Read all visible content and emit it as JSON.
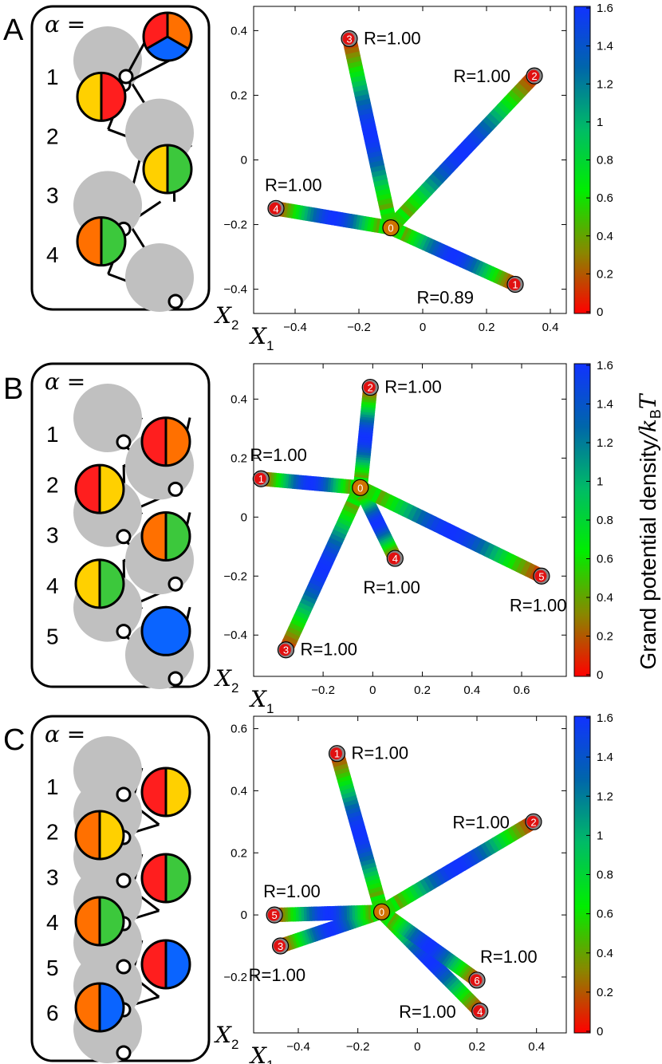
{
  "colors": {
    "red": "#ff1e1e",
    "orange": "#ff7000",
    "yellow": "#ffd000",
    "green": "#3cc83c",
    "blue": "#0a64ff",
    "gray": "#c0c0c0",
    "cmap": [
      "#ff0000",
      "#888800",
      "#00ee00",
      "#00bb66",
      "#0066aa",
      "#1133ff"
    ]
  },
  "colorbar": {
    "label": "Grand potential density",
    "unit": "/k",
    "unit_sub": "B",
    "unit_T": "T",
    "ticks": [
      "0",
      "0.2",
      "0.4",
      "0.6",
      "0.8",
      "1",
      "1.2",
      "1.4",
      "1.6"
    ]
  },
  "axis_labels": {
    "x": "X",
    "x_sub": "1",
    "y": "X",
    "y_sub": "2"
  },
  "alpha_label": "α =",
  "panels": [
    {
      "letter": "A",
      "indices": [
        "1",
        "2",
        "3",
        "4"
      ],
      "chain": [
        [
          "gray"
        ],
        [
          "yellow",
          "red"
        ],
        [
          "gray"
        ],
        [
          "yellow",
          "green"
        ],
        [
          "gray"
        ],
        [
          "orange",
          "green"
        ],
        [
          "gray"
        ]
      ],
      "inset": [
        "red",
        "orange",
        "blue"
      ]
    },
    {
      "letter": "B",
      "indices": [
        "1",
        "2",
        "3",
        "4",
        "5"
      ],
      "chain": [
        [
          "gray"
        ],
        [
          "red",
          "orange"
        ],
        [
          "gray"
        ],
        [
          "red",
          "yellow"
        ],
        [
          "gray"
        ],
        [
          "orange",
          "green"
        ],
        [
          "gray"
        ],
        [
          "yellow",
          "green"
        ],
        [
          "gray"
        ],
        [
          "blue"
        ],
        [
          "gray"
        ]
      ]
    },
    {
      "letter": "C",
      "indices": [
        "1",
        "2",
        "3",
        "4",
        "5",
        "6"
      ],
      "chain": [
        [
          "gray"
        ],
        [
          "red",
          "yellow"
        ],
        [
          "gray"
        ],
        [
          "orange",
          "yellow"
        ],
        [
          "gray"
        ],
        [
          "red",
          "green"
        ],
        [
          "gray"
        ],
        [
          "orange",
          "green"
        ],
        [
          "gray"
        ],
        [
          "red",
          "blue"
        ],
        [
          "gray"
        ],
        [
          "orange",
          "blue"
        ],
        [
          "gray"
        ]
      ]
    }
  ],
  "chart_data": [
    {
      "type": "scatter",
      "panel": "A",
      "xlim": [
        -0.53,
        0.45
      ],
      "ylim": [
        -0.475,
        0.475
      ],
      "xticks": [
        -0.4,
        -0.2,
        0,
        0.2,
        0.4
      ],
      "yticks": [
        -0.4,
        -0.2,
        0,
        0.2,
        0.4
      ],
      "xtick_labels": [
        "−0.4",
        "−0.2",
        "0",
        "0.2",
        "0.4"
      ],
      "ytick_labels": [
        "−0.4",
        "−0.2",
        "0",
        "0.2",
        "0.4"
      ],
      "center": {
        "id": "0",
        "x": -0.1,
        "y": -0.21
      },
      "minima": [
        {
          "id": "1",
          "x": 0.29,
          "y": -0.385,
          "R": "R=0.89",
          "label_pos": "below-left"
        },
        {
          "id": "2",
          "x": 0.35,
          "y": 0.26,
          "R": "R=1.00",
          "label_pos": "left"
        },
        {
          "id": "3",
          "x": -0.23,
          "y": 0.375,
          "R": "R=1.00",
          "label_pos": "right"
        },
        {
          "id": "4",
          "x": -0.46,
          "y": -0.15,
          "R": "R=1.00",
          "label_pos": "above"
        }
      ],
      "colorbar_range": [
        0,
        1.6
      ]
    },
    {
      "type": "scatter",
      "panel": "B",
      "xlim": [
        -0.48,
        0.78
      ],
      "ylim": [
        -0.54,
        0.52
      ],
      "xticks": [
        -0.2,
        0,
        0.2,
        0.4,
        0.6
      ],
      "yticks": [
        -0.4,
        -0.2,
        0,
        0.2,
        0.4
      ],
      "xtick_labels": [
        "−0.2",
        "0",
        "0.2",
        "0.4",
        "0.6"
      ],
      "ytick_labels": [
        "−0.4",
        "−0.2",
        "0",
        "0.2",
        "0.4"
      ],
      "center": {
        "id": "0",
        "x": -0.05,
        "y": 0.1
      },
      "minima": [
        {
          "id": "1",
          "x": -0.45,
          "y": 0.13,
          "R": "R=1.00",
          "label_pos": "above"
        },
        {
          "id": "2",
          "x": -0.01,
          "y": 0.44,
          "R": "R=1.00",
          "label_pos": "right"
        },
        {
          "id": "3",
          "x": -0.35,
          "y": -0.45,
          "R": "R=1.00",
          "label_pos": "right"
        },
        {
          "id": "4",
          "x": 0.09,
          "y": -0.14,
          "R": "R=1.00",
          "label_pos": "below"
        },
        {
          "id": "5",
          "x": 0.68,
          "y": -0.2,
          "R": "R=1.00",
          "label_pos": "below"
        }
      ],
      "colorbar_range": [
        0,
        1.6
      ]
    },
    {
      "type": "scatter",
      "panel": "C",
      "xlim": [
        -0.55,
        0.5
      ],
      "ylim": [
        -0.38,
        0.64
      ],
      "xticks": [
        -0.4,
        -0.2,
        0,
        0.2,
        0.4
      ],
      "yticks": [
        -0.2,
        0,
        0.2,
        0.4,
        0.6
      ],
      "xtick_labels": [
        "−0.4",
        "−0.2",
        "0",
        "0.2",
        "0.4"
      ],
      "ytick_labels": [
        "−0.2",
        "0",
        "0.2",
        "0.4",
        "0.6"
      ],
      "center": {
        "id": "0",
        "x": -0.12,
        "y": 0.01
      },
      "minima": [
        {
          "id": "1",
          "x": -0.27,
          "y": 0.52,
          "R": "R=1.00",
          "label_pos": "right"
        },
        {
          "id": "2",
          "x": 0.39,
          "y": 0.3,
          "R": "R=1.00",
          "label_pos": "left"
        },
        {
          "id": "3",
          "x": -0.46,
          "y": -0.1,
          "R": "R=1.00",
          "label_pos": "below"
        },
        {
          "id": "4",
          "x": 0.21,
          "y": -0.31,
          "R": "R=1.00",
          "label_pos": "left"
        },
        {
          "id": "5",
          "x": -0.48,
          "y": 0.0,
          "R": "R=1.00",
          "label_pos": "above"
        },
        {
          "id": "6",
          "x": 0.2,
          "y": -0.21,
          "R": "R=1.00",
          "label_pos": "above-right"
        }
      ],
      "colorbar_range": [
        0,
        1.6
      ]
    }
  ]
}
